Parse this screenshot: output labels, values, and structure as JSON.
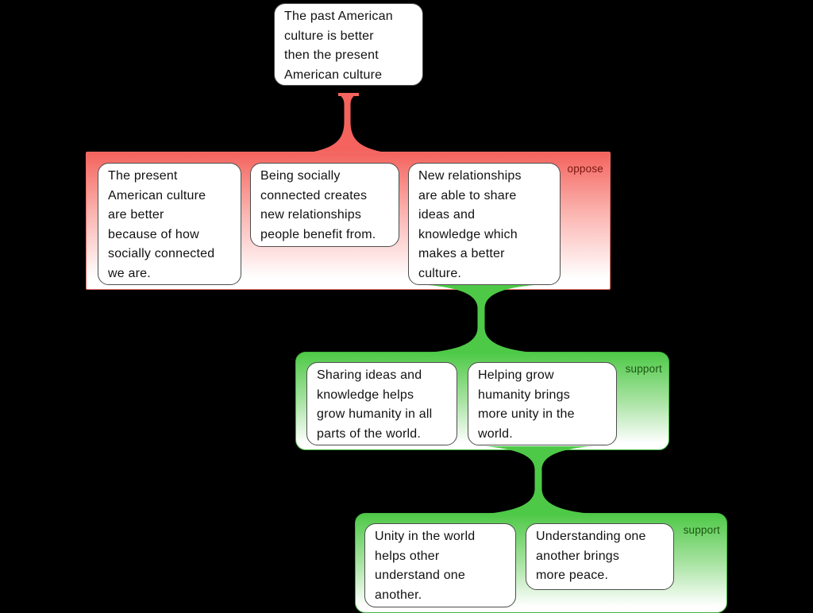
{
  "canvas": {
    "background": "#000000"
  },
  "root": {
    "text": "The past American\nculture is better\nthen the present\nAmerican culture"
  },
  "connectors": {
    "oppose_color": "#f4635d",
    "support_color": "#4ec947",
    "oppose_label_color": "#7a150f",
    "support_label_color": "#1c5512"
  },
  "groups": [
    {
      "relation": "oppose",
      "label": "oppose",
      "nodes": [
        {
          "text": "The present\nAmerican culture\nare better\nbecause of how\nsocially connected\nwe are."
        },
        {
          "text": "Being socially\nconnected creates\nnew relationships\npeople benefit from."
        },
        {
          "text": "New relationships\nare able to share\nideas and\nknowledge which\nmakes a better\nculture."
        }
      ]
    },
    {
      "relation": "support",
      "label": "support",
      "nodes": [
        {
          "text": "Sharing ideas and\nknowledge helps\ngrow humanity in all\nparts of the world."
        },
        {
          "text": "Helping grow\nhumanity brings\nmore unity in the\nworld."
        }
      ]
    },
    {
      "relation": "support",
      "label": "support",
      "nodes": [
        {
          "text": "Unity in the world\nhelps other\nunderstand one\nanother."
        },
        {
          "text": "Understanding one\nanother brings\nmore peace."
        }
      ]
    }
  ]
}
